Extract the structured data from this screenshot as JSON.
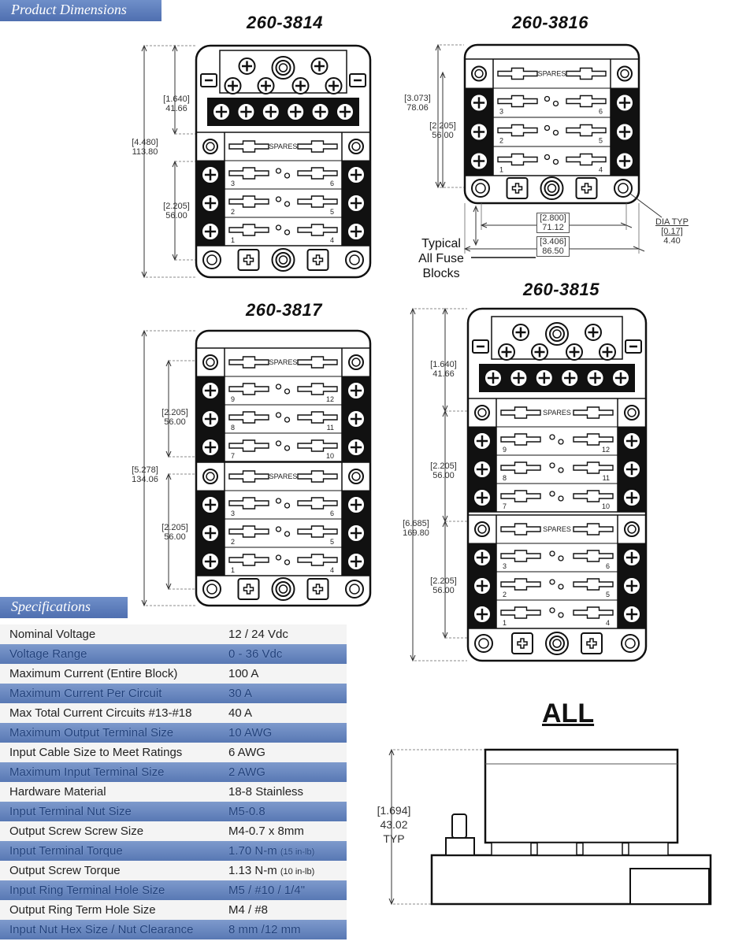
{
  "sections": {
    "dimensions_title": "Product Dimensions",
    "specs_title": "Specifications"
  },
  "models": {
    "m3814": "260-3814",
    "m3816": "260-3816",
    "m3817": "260-3817",
    "m3815": "260-3815"
  },
  "block_labels": {
    "spares": "SPARES",
    "fuse_numbers_6": [
      "3",
      "6",
      "2",
      "5",
      "1",
      "4"
    ],
    "fuse_numbers_12_top": [
      "9",
      "12",
      "8",
      "11",
      "7",
      "10"
    ]
  },
  "dimensions": {
    "d3814_height": {
      "in": "[4.480]",
      "mm": "113.80"
    },
    "d3814_top": {
      "in": "[1.640]",
      "mm": "41.66"
    },
    "d3814_fuse": {
      "in": "[2.205]",
      "mm": "56.00"
    },
    "d3816_height": {
      "in": "[3.073]",
      "mm": "78.06"
    },
    "d3816_fuse": {
      "in": "[2.205]",
      "mm": "56.00"
    },
    "d3816_w1": {
      "in": "[2.800]",
      "mm": "71.12"
    },
    "d3816_w2": {
      "in": "[3.406]",
      "mm": "86.50"
    },
    "dia": {
      "label": "DIA TYP",
      "in": "[0.17]",
      "mm": "4.40"
    },
    "d3817_height": {
      "in": "[5.278]",
      "mm": "134.06"
    },
    "d3817_fuse_a": {
      "in": "[2.205]",
      "mm": "56.00"
    },
    "d3817_fuse_b": {
      "in": "[2.205]",
      "mm": "56.00"
    },
    "d3815_height": {
      "in": "[6.685]",
      "mm": "169.80"
    },
    "d3815_top": {
      "in": "[1.640]",
      "mm": "41.66"
    },
    "d3815_fuse_a": {
      "in": "[2.205]",
      "mm": "56.00"
    },
    "d3815_fuse_b": {
      "in": "[2.205]",
      "mm": "56.00"
    },
    "side_height": {
      "in": "[1.694]",
      "mm": "43.02",
      "typ": "TYP"
    }
  },
  "typical_note": {
    "line1": "Typical",
    "line2": "All Fuse",
    "line3": "Blocks"
  },
  "all_title": "ALL",
  "specs": [
    {
      "label": "Nominal Voltage",
      "value": "12 / 24 Vdc",
      "unit_small": ""
    },
    {
      "label": "Voltage Range",
      "value": "0 - 36 Vdc",
      "unit_small": ""
    },
    {
      "label": "Maximum Current (Entire Block)",
      "value": "100 A",
      "unit_small": ""
    },
    {
      "label": "Maximum Current Per Circuit",
      "value": "30 A",
      "unit_small": ""
    },
    {
      "label": "Max Total Current Circuits #13-#18",
      "value": "40 A",
      "unit_small": ""
    },
    {
      "label": "Maximum Output Terminal Size",
      "value": "10 AWG",
      "unit_small": ""
    },
    {
      "label": "Input Cable Size to Meet Ratings",
      "value": "6 AWG",
      "unit_small": ""
    },
    {
      "label": "Maximum Input Terminal Size",
      "value": "2 AWG",
      "unit_small": ""
    },
    {
      "label": "Hardware Material",
      "value": "18-8 Stainless",
      "unit_small": ""
    },
    {
      "label": "Input Terminal Nut Size",
      "value": "M5-0.8",
      "unit_small": ""
    },
    {
      "label": "Output Screw Screw Size",
      "value": "M4-0.7 x 8mm",
      "unit_small": ""
    },
    {
      "label": "Input Terminal Torque",
      "value": "1.70 N-m",
      "unit_small": "(15 in-lb)"
    },
    {
      "label": "Output Screw Torque",
      "value": "1.13 N-m",
      "unit_small": "(10 in-lb)"
    },
    {
      "label": "Input Ring Terminal Hole Size",
      "value": "M5 / #10 / 1/4\"",
      "unit_small": ""
    },
    {
      "label": "Output Ring Term Hole Size",
      "value": "M4 / #8",
      "unit_small": ""
    },
    {
      "label": "Input Nut Hex Size / Nut Clearance",
      "value": "8 mm /12 mm",
      "unit_small": ""
    }
  ]
}
